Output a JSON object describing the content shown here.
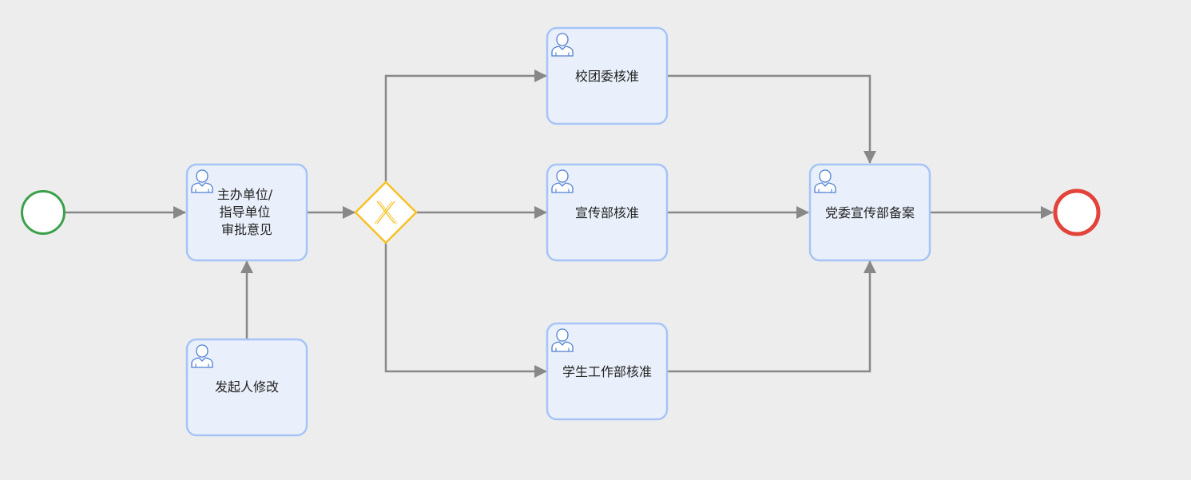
{
  "diagram": {
    "type": "bpmn-process",
    "colors": {
      "background": "#ededed",
      "task_fill": "#eaf0fb",
      "task_stroke": "#a6c4f7",
      "flow": "#888888",
      "start_event": "#3aa14a",
      "end_event": "#e2433a",
      "gateway": "#f7c125",
      "user_icon": "#4f7fd1"
    },
    "start_event": {
      "label": ""
    },
    "end_event": {
      "label": ""
    },
    "gateway": {
      "kind": "exclusive",
      "symbol": "X"
    },
    "tasks": {
      "organizer_approval": {
        "lines": [
          "主办单位/",
          "指导单位",
          "审批意见"
        ],
        "icon": "user-icon"
      },
      "initiator_edit": {
        "lines": [
          "发起人修改"
        ],
        "icon": "user-icon"
      },
      "youth_league": {
        "lines": [
          "校团委核准"
        ],
        "icon": "user-icon"
      },
      "publicity_dept": {
        "lines": [
          "宣传部核准"
        ],
        "icon": "user-icon"
      },
      "student_affairs": {
        "lines": [
          "学生工作部核准"
        ],
        "icon": "user-icon"
      },
      "party_publicity_filing": {
        "lines": [
          "党委宣传部备案"
        ],
        "icon": "user-icon"
      }
    },
    "flows": [
      {
        "from": "start",
        "to": "organizer_approval"
      },
      {
        "from": "initiator_edit",
        "to": "organizer_approval"
      },
      {
        "from": "organizer_approval",
        "to": "gateway"
      },
      {
        "from": "gateway",
        "to": "youth_league"
      },
      {
        "from": "gateway",
        "to": "publicity_dept"
      },
      {
        "from": "gateway",
        "to": "student_affairs"
      },
      {
        "from": "youth_league",
        "to": "party_publicity_filing"
      },
      {
        "from": "publicity_dept",
        "to": "party_publicity_filing"
      },
      {
        "from": "student_affairs",
        "to": "party_publicity_filing"
      },
      {
        "from": "party_publicity_filing",
        "to": "end"
      }
    ]
  }
}
